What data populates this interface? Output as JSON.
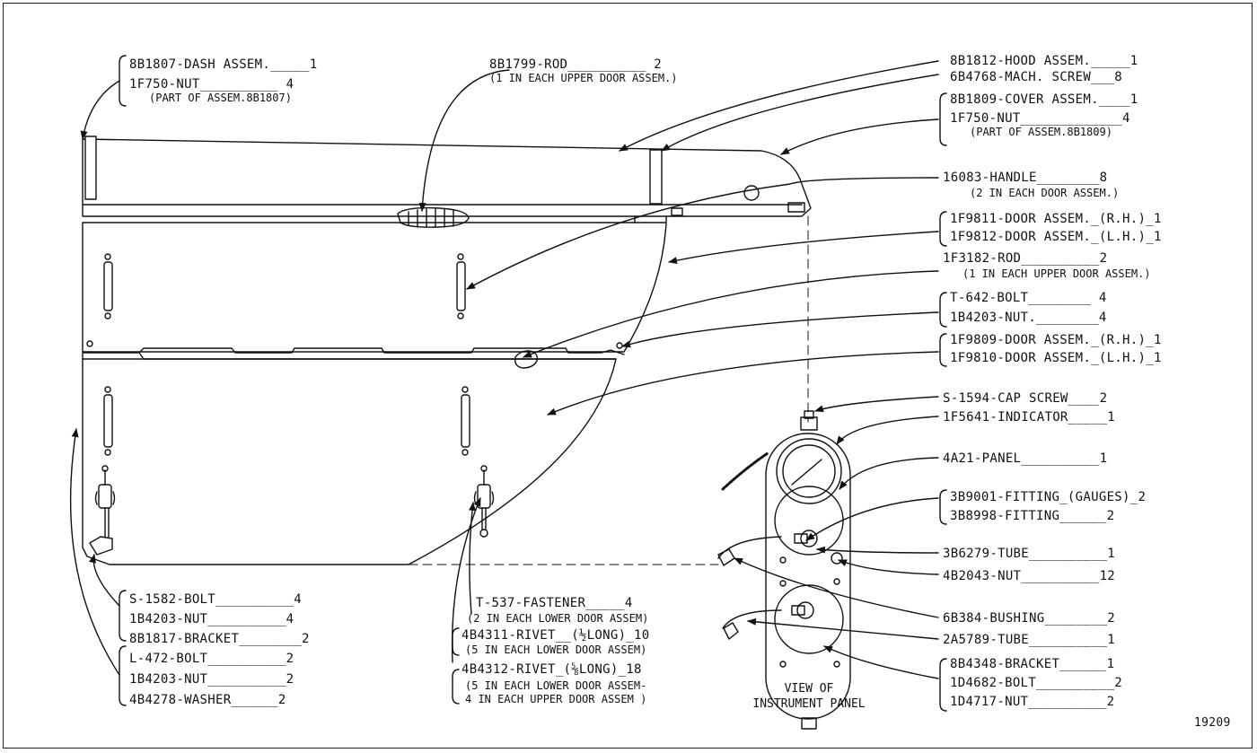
{
  "figure_number": "19209",
  "caption": {
    "line1": "VIEW OF",
    "line2": "INSTRUMENT PANEL"
  },
  "labels": {
    "dash_assem": "8B1807-DASH ASSEM._____1",
    "dash_nut": "1F750-NUT__________ 4",
    "dash_note": "(PART OF ASSEM.8B1807)",
    "rod_top": "8B1799-ROD__________ 2",
    "rod_top_note": "(1 IN EACH UPPER DOOR ASSEM.)",
    "hood_assem": "8B1812-HOOD ASSEM._____1",
    "mach_screw": "6B4768-MACH. SCREW___8",
    "cover_assem": "8B1809-COVER ASSEM.____1",
    "cover_nut": "1F750-NUT_____________4",
    "cover_note": "(PART OF ASSEM.8B1809)",
    "handle": "16083-HANDLE________8",
    "handle_note": "(2 IN EACH DOOR ASSEM.)",
    "door_rh_upper": "1F9811-DOOR ASSEM._(R.H.)_1",
    "door_lh_upper": "1F9812-DOOR ASSEM._(L.H.)_1",
    "rod_right": "1F3182-ROD__________2",
    "rod_right_note": "(1 IN EACH UPPER DOOR ASSEM.)",
    "t642_bolt": "T-642-BOLT________ 4",
    "t642_nut": "1B4203-NUT.________4",
    "door_rh_lower": "1F9809-DOOR ASSEM._(R.H.)_1",
    "door_lh_lower": "1F9810-DOOR ASSEM._(L.H.)_1",
    "cap_screw": "S-1594-CAP SCREW____2",
    "indicator": "1F5641-INDICATOR_____1",
    "panel": "4A21-PANEL__________1",
    "fitting_gauges": "3B9001-FITTING_(GAUGES)_2",
    "fitting": "3B8998-FITTING______2",
    "tube_1": "3B6279-TUBE__________1",
    "nut_12": "4B2043-NUT__________12",
    "bushing": "6B384-BUSHING________2",
    "tube_2": "2A5789-TUBE__________1",
    "bracket_4348": "8B4348-BRACKET______1",
    "bolt_4682": "1D4682-BOLT__________2",
    "nut_4717": "1D4717-NUT__________2",
    "s1582_bolt": "S-1582-BOLT__________4",
    "s1582_nut": "1B4203-NUT__________4",
    "bracket_1817": "8B1817-BRACKET________2",
    "l472_bolt": "L-472-BOLT__________2",
    "l472_nut": "1B4203-NUT__________2",
    "washer": "4B4278-WASHER______2",
    "fastener": "T-537-FASTENER_____4",
    "fastener_note": "(2 IN EACH LOWER DOOR ASSEM)",
    "rivet_4311": "4B4311-RIVET__(½LONG)_10",
    "rivet_4311_note": "(5 IN EACH LOWER DOOR ASSEM)",
    "rivet_4312": "4B4312-RIVET_(⅝LONG)_18",
    "rivet_4312_note1": "(5 IN EACH LOWER DOOR ASSEM-",
    "rivet_4312_note2": "4 IN EACH UPPER DOOR ASSEM )"
  }
}
